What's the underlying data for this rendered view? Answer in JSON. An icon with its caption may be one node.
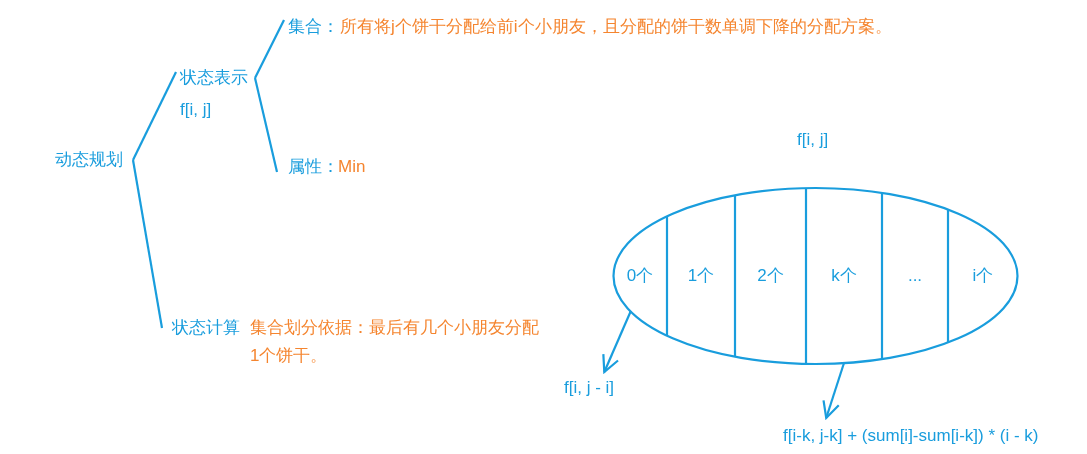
{
  "diagram": {
    "nodes": [
      {
        "text": [
          "动态规划"
        ]
      },
      {
        "text": [
          "状态表示",
          "f[i, j]"
        ]
      },
      {
        "text": [
          "集合：",
          "所有将j个饼干分配给前i个小朋友，且分配的饼干数单调下降的分配方案。"
        ]
      },
      {
        "text": [
          "属性：",
          "Min"
        ]
      },
      {
        "text": [
          "状态计算"
        ],
        "beside": [
          "集合划分依据：最后有几个小朋友分配1个饼干。"
        ]
      },
      {
        "text": [
          "f[i, j]"
        ]
      },
      {
        "text": [
          "0个"
        ],
        "in": 5
      },
      {
        "text": [
          "1个"
        ],
        "in": 5
      },
      {
        "text": [
          "2个"
        ],
        "in": 5
      },
      {
        "text": [
          "k个"
        ],
        "in": 5
      },
      {
        "text": [
          "..."
        ],
        "in": 5
      },
      {
        "text": [
          "i个"
        ],
        "in": 5
      },
      {
        "text": [
          "f[i, j - i]"
        ]
      },
      {
        "text": [
          "f[i-k, j-k] + (sum[i]-sum[i-k]) * (i - k)"
        ]
      }
    ],
    "edges": [
      {
        "from": 0,
        "to": 1,
        "arrow": "none"
      },
      {
        "from": 0,
        "to": 4,
        "arrow": "none"
      },
      {
        "from": 1,
        "to": 2,
        "arrow": "none"
      },
      {
        "from": 1,
        "to": 3,
        "arrow": "none"
      },
      {
        "from": 6,
        "to": 12,
        "arrow": "to"
      },
      {
        "from": 9,
        "to": 13,
        "arrow": "to"
      }
    ]
  }
}
